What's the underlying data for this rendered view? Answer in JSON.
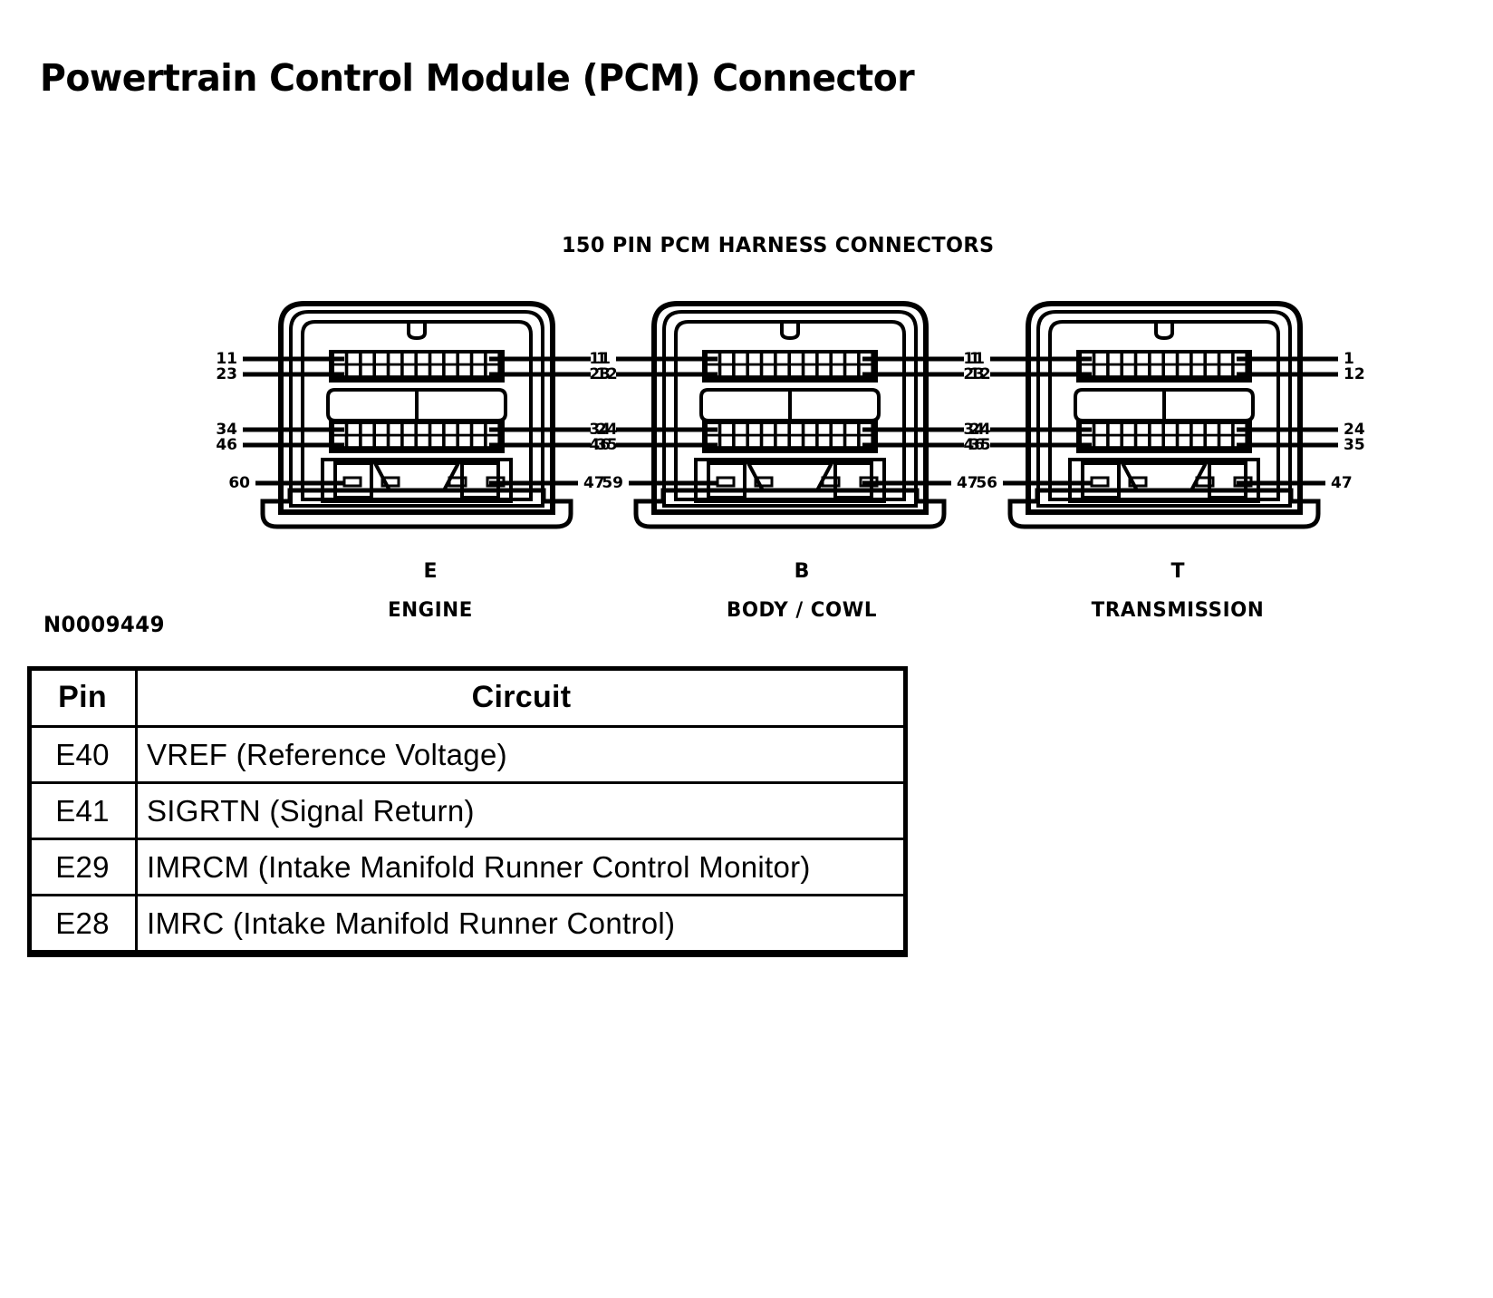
{
  "page": {
    "title": "Powertrain Control Module (PCM) Connector",
    "reference_number": "N0009449"
  },
  "diagram": {
    "caption": "150 PIN PCM HARNESS CONNECTORS",
    "line_color": "#000000",
    "background": "#ffffff",
    "connectors": [
      {
        "letter": "E",
        "caption": "ENGINE",
        "pin_labels_left": [
          "11",
          "23",
          "34",
          "46",
          "60"
        ],
        "pin_labels_right": [
          "1",
          "12",
          "24",
          "35",
          "47"
        ]
      },
      {
        "letter": "B",
        "caption": "BODY / COWL",
        "pin_labels_left": [
          "11",
          "23",
          "34",
          "46",
          "59"
        ],
        "pin_labels_right": [
          "1",
          "12",
          "24",
          "35",
          "47"
        ]
      },
      {
        "letter": "T",
        "caption": "TRANSMISSION",
        "pin_labels_left": [
          "11",
          "23",
          "34",
          "46",
          "56"
        ],
        "pin_labels_right": [
          "1",
          "12",
          "24",
          "35",
          "47"
        ]
      }
    ]
  },
  "table": {
    "columns": [
      "Pin",
      "Circuit"
    ],
    "rows": [
      {
        "pin": "E40",
        "circuit": "VREF (Reference Voltage)"
      },
      {
        "pin": "E41",
        "circuit": "SIGRTN (Signal Return)"
      },
      {
        "pin": "E29",
        "circuit": "IMRCM (Intake Manifold Runner Control Monitor)"
      },
      {
        "pin": "E28",
        "circuit": "IMRC (Intake Manifold Runner Control)"
      }
    ]
  }
}
